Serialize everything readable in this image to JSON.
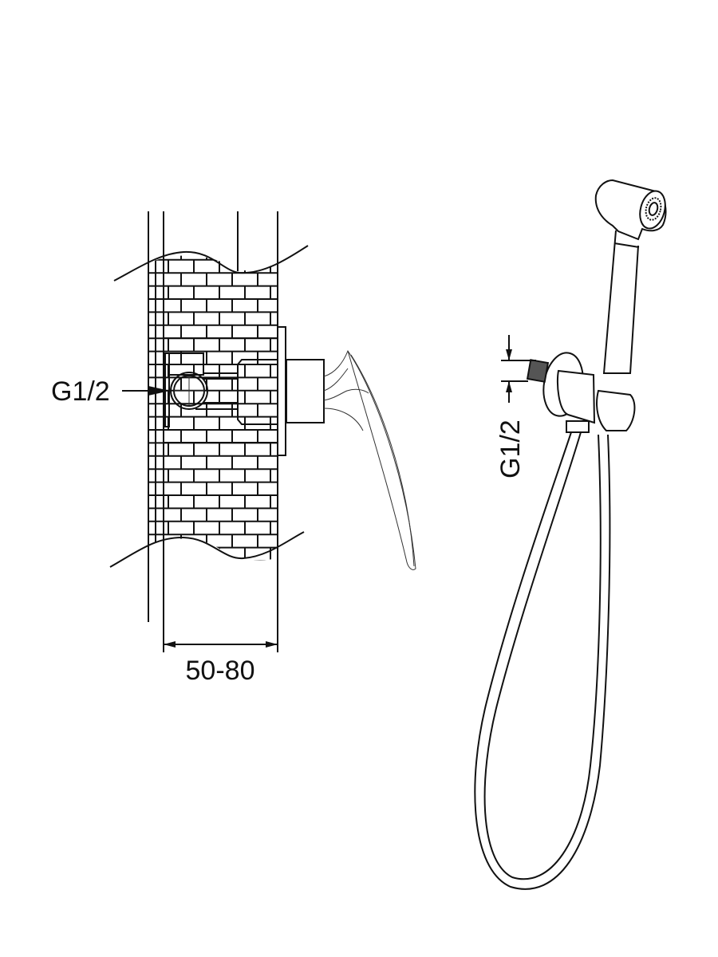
{
  "labels": {
    "mixer_connection": "G1/2",
    "wall_depth": "50-80",
    "hose_connection": "G1/2"
  },
  "colors": {
    "line": "#111111",
    "background": "#ffffff"
  },
  "icons": [
    "brick-wall-section",
    "concealed-mixer",
    "lever-handle",
    "hand-shower",
    "wall-outlet-holder",
    "shower-hose"
  ]
}
